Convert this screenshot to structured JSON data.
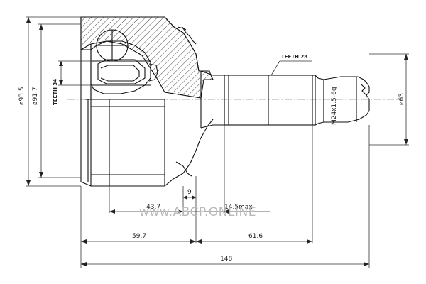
{
  "labels": {
    "dia_outer": "ø93.5",
    "dia_housing": "ø91.7",
    "teeth_inner": "TEETH 34",
    "teeth_outer": "TEETH 28",
    "thread": "M24x1.5-6g",
    "dia_seal": "ø63",
    "len_9": "9",
    "len_43_7": "43.7",
    "len_14_5": "14.5max",
    "len_59_7": "59.7",
    "len_61_6": "61.6",
    "len_148": "148"
  },
  "watermark": "www.ABCP.ONLINE",
  "colors": {
    "line": "#111111",
    "hatch": "#333333",
    "watermark": "#b9b9b9"
  }
}
